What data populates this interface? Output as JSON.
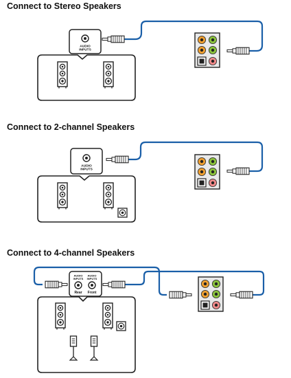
{
  "sections": [
    {
      "title": "Connect to Stereo Speakers"
    },
    {
      "title": "Connect to 2-channel Speakers"
    },
    {
      "title": "Connect to 4-channel Speakers"
    }
  ],
  "labels": {
    "audio_inputs_line1": "AUDIO",
    "audio_inputs_line2": "INPUTS",
    "rear": "Rear",
    "front": "Front"
  },
  "colors": {
    "cable": "#1a5fa8",
    "jack_orange": "#f0a030",
    "jack_green": "#8cc43c",
    "jack_pink": "#f08a8a",
    "panel_bg": "#e9e9e9",
    "outline": "#222222"
  }
}
